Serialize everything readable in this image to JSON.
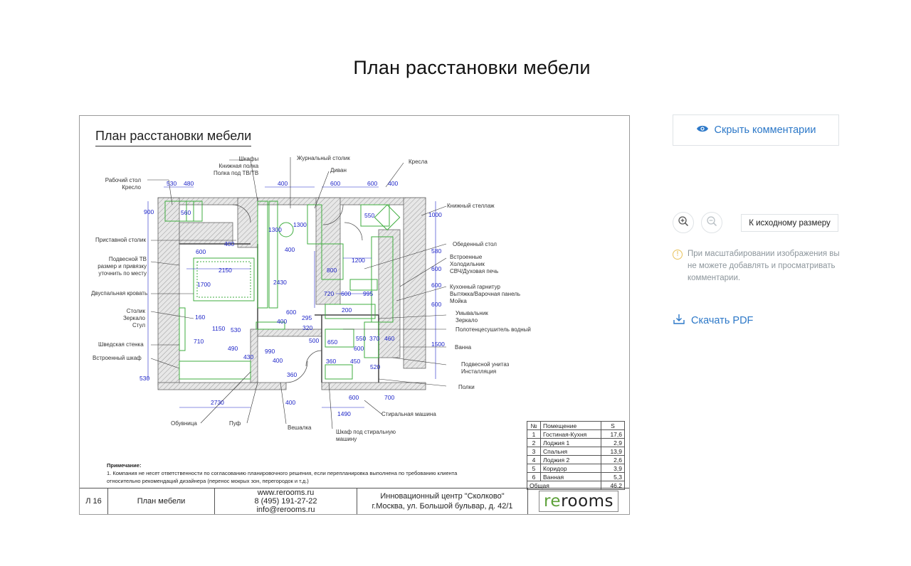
{
  "page": {
    "title": "План расстановки мебели"
  },
  "sheet": {
    "title": "План расстановки мебели",
    "labels": {
      "shkafy": "Шкафы",
      "knizhnaya": "Книжная полка",
      "polka_tv": "Полка под ТВ/ТВ",
      "zhurnalny": "Журнальный столик",
      "divan": "Диван",
      "kresla": "Кресла",
      "rabochiy": "Рабочий стол",
      "kreslo": "Кресло",
      "knizhny_stellazh": "Книжный стеллаж",
      "pristavnoy": "Приставной столик",
      "obedenny": "Обеденный стол",
      "podvesnoy_tv_1": "Подвесной ТВ",
      "podvesnoy_tv_2": "размер и привязку",
      "podvesnoy_tv_3": "уточнить по месту",
      "vstroennye_1": "Встроенные",
      "vstroennye_2": "Холодильник",
      "vstroennye_3": "СВЧ/Духовая печь",
      "dvuspalnaya": "Двуспальная кровать",
      "garnitur_1": "Кухонный гарнитур",
      "garnitur_2": "Вытяжка/Варочная панель",
      "garnitur_3": "Мойка",
      "stolik_1": "Столик",
      "stolik_2": "Зеркало",
      "stolik_3": "Стул",
      "umyvalnik_1": "Умывальник",
      "umyvalnik_2": "Зеркало",
      "polotence": "Полотенцесушитель водный",
      "shvedskaya": "Шведская стенка",
      "vanna": "Ванна",
      "vstroenny_shkaf": "Встроенный шкаф",
      "unitaz_1": "Подвесной унитаз",
      "unitaz_2": "Инсталляция",
      "polki": "Полки",
      "stiralnaya": "Стиральная машина",
      "obuvnica": "Обувница",
      "puf": "Пуф",
      "veshalka": "Вешалка",
      "shkaf_stiral_1": "Шкаф под стиральную",
      "shkaf_stiral_2": "машину"
    },
    "dims": {
      "d530a": "530",
      "d480": "480",
      "d400a": "400",
      "d600a": "600",
      "d600b": "600",
      "d400b": "400",
      "d900": "900",
      "d560": "560",
      "d1000": "1000",
      "d550a": "550",
      "d1300a": "1300",
      "d1300b": "1300",
      "d400c": "400",
      "d600c": "600",
      "d400d": "400",
      "d580": "580",
      "d2150": "2150",
      "d800": "800",
      "d1200": "1200",
      "d600d": "600",
      "d1700": "1700",
      "d2430": "2430",
      "d600e": "600",
      "d720": "720",
      "d600f": "600",
      "d995": "995",
      "d600g": "600",
      "d200": "200",
      "d160": "160",
      "d600h": "600",
      "d295": "295",
      "d400e": "400",
      "d320": "320",
      "d1150": "1150",
      "d530b": "530",
      "d710": "710",
      "d500": "500",
      "d650": "650",
      "d550b": "550",
      "d370": "370",
      "d460": "460",
      "d490": "490",
      "d990": "990",
      "d600i": "600",
      "d1500": "1500",
      "d430": "430",
      "d400f": "400",
      "d360a": "360",
      "d450": "450",
      "d360b": "360",
      "d520": "520",
      "d530c": "530",
      "d600j": "600",
      "d700": "700",
      "d2730": "2730",
      "d400g": "400",
      "d1490": "1490"
    },
    "note": {
      "heading": "Примечание:",
      "line1": "1. Компания не несет ответственности по согласованию планировочного решения, если перепланировка выполнена по требованию клиента",
      "line2": "относительно рекомендаций дизайнера (перенос мокрых зон, перегородок и т.д.)"
    },
    "area_table": {
      "headers": [
        "№",
        "Помещение",
        "S"
      ],
      "rows": [
        {
          "num": "1",
          "name": "Гостиная-Кухня",
          "s": "17,6"
        },
        {
          "num": "2",
          "name": "Лоджия 1",
          "s": "2,9"
        },
        {
          "num": "3",
          "name": "Спальня",
          "s": "13,9"
        },
        {
          "num": "4",
          "name": "Лоджия 2",
          "s": "2,6"
        },
        {
          "num": "5",
          "name": "Коридор",
          "s": "3,9"
        },
        {
          "num": "6",
          "name": "Ванная",
          "s": "5,3"
        }
      ],
      "total_label": "Общая",
      "total": "46,2"
    },
    "title_block": {
      "sheet_no": "Л 16",
      "sheet_name": "План мебели",
      "site": "www.rerooms.ru",
      "phone": "8 (495) 191-27-22",
      "email": "info@rerooms.ru",
      "center": "Инновационный центр \"Сколково\"",
      "address": "г.Москва, ул. Большой бульвар, д. 42/1",
      "logo_a": "re",
      "logo_b": "rooms"
    }
  },
  "panel": {
    "hide_comments": "Скрыть комментарии",
    "original_size": "К исходному размеру",
    "warning": "При масштабировании изображения вы не можете добавлять и просматривать комментарии.",
    "download": "Скачать PDF",
    "accent": "#2c78c8"
  }
}
